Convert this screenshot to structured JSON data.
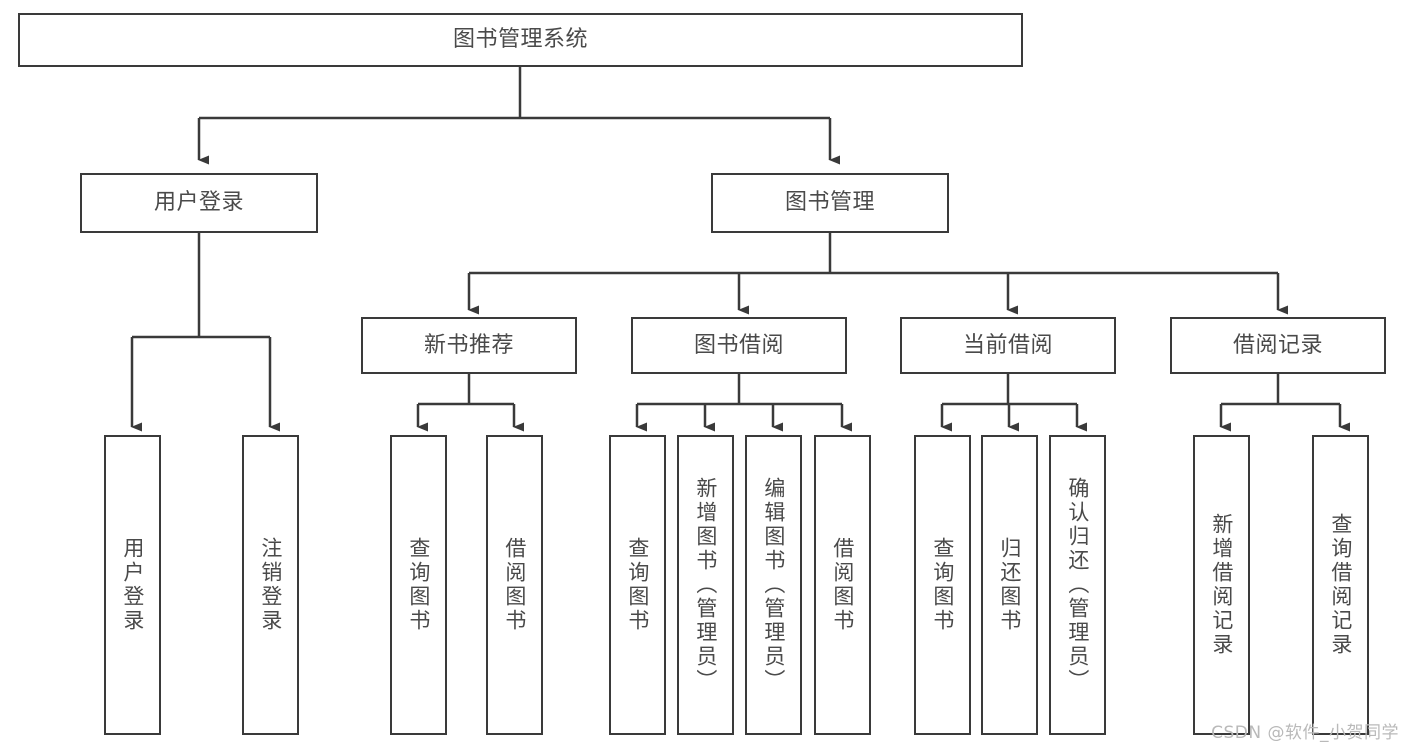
{
  "diagram": {
    "type": "tree",
    "title": "图书管理系统",
    "watermark": "CSDN @软件_小贺同学",
    "colors": {
      "box_border": "#3a3a3a",
      "box_fill": "#ffffff",
      "text": "#4a4a4a",
      "connector": "#3a3a3a",
      "watermark": "#b9b9b9",
      "background": "#ffffff"
    },
    "nodes": {
      "root": {
        "label": "图书管理系统"
      },
      "level1": [
        {
          "id": "user-login",
          "label": "用户登录"
        },
        {
          "id": "book-manage",
          "label": "图书管理"
        }
      ],
      "level2": [
        {
          "id": "new-book-recommend",
          "label": "新书推荐"
        },
        {
          "id": "book-borrow",
          "label": "图书借阅"
        },
        {
          "id": "current-borrow",
          "label": "当前借阅"
        },
        {
          "id": "borrow-record",
          "label": "借阅记录"
        }
      ],
      "leaves": {
        "user-login": [
          {
            "id": "leaf-user-login",
            "label": "用户登录"
          },
          {
            "id": "leaf-user-logout",
            "label": "注销登录"
          }
        ],
        "new-book-recommend": [
          {
            "id": "leaf-query-book-1",
            "label": "查询图书"
          },
          {
            "id": "leaf-borrow-book-1",
            "label": "借阅图书"
          }
        ],
        "book-borrow": [
          {
            "id": "leaf-query-book-2",
            "label": "查询图书"
          },
          {
            "id": "leaf-add-book",
            "label": "新增图书（管理员）"
          },
          {
            "id": "leaf-edit-book",
            "label": "编辑图书（管理员）"
          },
          {
            "id": "leaf-borrow-book-2",
            "label": "借阅图书"
          }
        ],
        "current-borrow": [
          {
            "id": "leaf-query-book-3",
            "label": "查询图书"
          },
          {
            "id": "leaf-return-book",
            "label": "归还图书"
          },
          {
            "id": "leaf-confirm-return",
            "label": "确认归还（管理员）"
          }
        ],
        "borrow-record": [
          {
            "id": "leaf-add-record",
            "label": "新增借阅记录"
          },
          {
            "id": "leaf-query-record",
            "label": "查询借阅记录"
          }
        ]
      }
    }
  }
}
